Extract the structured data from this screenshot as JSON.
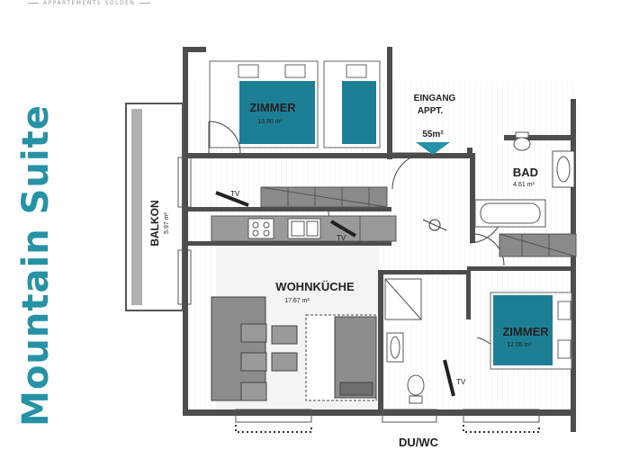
{
  "brand": "APPARTEMENTS SÖLDEN",
  "title": "Mountain Suite",
  "entrance": {
    "label_line1": "EINGANG",
    "label_line2": "APPT.",
    "size": "55m²"
  },
  "rooms": {
    "bedroom1": {
      "name": "ZIMMER",
      "area": "13.90 m²"
    },
    "bedroom2": {
      "name": "ZIMMER",
      "area": "12.05 m²"
    },
    "bathroom": {
      "name": "BAD",
      "area": "4.61 m²"
    },
    "living_kitchen": {
      "name": "WOHNKÜCHE",
      "area": "17.67 m²"
    },
    "balcony": {
      "name": "BALKON",
      "area": "5.97 m²"
    },
    "wc": {
      "name": "DU/WC"
    }
  },
  "tv_labels": [
    "TV",
    "TV",
    "TV"
  ],
  "colors": {
    "accent": "#2592a6",
    "bed_blue": "#1d7f96",
    "wall": "#4a4a4a",
    "floor_gray": "#e7e7e7",
    "cabinet": "#8a8a8a"
  }
}
